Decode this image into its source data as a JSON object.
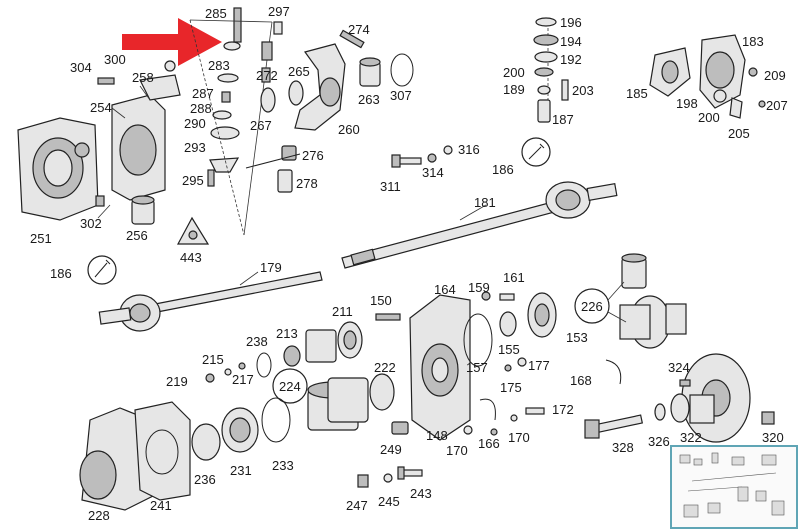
{
  "labels": [
    {
      "id": "285",
      "text": "285"
    },
    {
      "id": "297",
      "text": "297"
    },
    {
      "id": "274",
      "text": "274"
    },
    {
      "id": "196",
      "text": "196"
    },
    {
      "id": "194",
      "text": "194"
    },
    {
      "id": "192",
      "text": "192"
    },
    {
      "id": "200a",
      "text": "200"
    },
    {
      "id": "189",
      "text": "189"
    },
    {
      "id": "203",
      "text": "203"
    },
    {
      "id": "187",
      "text": "187"
    },
    {
      "id": "183",
      "text": "183"
    },
    {
      "id": "185",
      "text": "185"
    },
    {
      "id": "209",
      "text": "209"
    },
    {
      "id": "198",
      "text": "198"
    },
    {
      "id": "200b",
      "text": "200"
    },
    {
      "id": "207",
      "text": "207"
    },
    {
      "id": "205",
      "text": "205"
    },
    {
      "id": "304",
      "text": "304"
    },
    {
      "id": "300",
      "text": "300"
    },
    {
      "id": "258",
      "text": "258"
    },
    {
      "id": "254",
      "text": "254"
    },
    {
      "id": "283",
      "text": "283"
    },
    {
      "id": "272",
      "text": "272"
    },
    {
      "id": "265",
      "text": "265"
    },
    {
      "id": "263",
      "text": "263"
    },
    {
      "id": "307",
      "text": "307"
    },
    {
      "id": "287",
      "text": "287"
    },
    {
      "id": "288",
      "text": "288"
    },
    {
      "id": "290",
      "text": "290"
    },
    {
      "id": "267",
      "text": "267"
    },
    {
      "id": "260",
      "text": "260"
    },
    {
      "id": "293",
      "text": "293"
    },
    {
      "id": "276",
      "text": "276"
    },
    {
      "id": "295",
      "text": "295"
    },
    {
      "id": "278",
      "text": "278"
    },
    {
      "id": "316",
      "text": "316"
    },
    {
      "id": "311",
      "text": "311"
    },
    {
      "id": "314",
      "text": "314"
    },
    {
      "id": "186a",
      "text": "186"
    },
    {
      "id": "251",
      "text": "251"
    },
    {
      "id": "302",
      "text": "302"
    },
    {
      "id": "256",
      "text": "256"
    },
    {
      "id": "181",
      "text": "181"
    },
    {
      "id": "443",
      "text": "443"
    },
    {
      "id": "186b",
      "text": "186"
    },
    {
      "id": "179",
      "text": "179"
    },
    {
      "id": "164",
      "text": "164"
    },
    {
      "id": "159",
      "text": "159"
    },
    {
      "id": "161",
      "text": "161"
    },
    {
      "id": "226",
      "text": "226"
    },
    {
      "id": "150",
      "text": "150"
    },
    {
      "id": "211",
      "text": "211"
    },
    {
      "id": "153",
      "text": "153"
    },
    {
      "id": "238",
      "text": "238"
    },
    {
      "id": "213",
      "text": "213"
    },
    {
      "id": "155",
      "text": "155"
    },
    {
      "id": "215",
      "text": "215"
    },
    {
      "id": "157",
      "text": "157"
    },
    {
      "id": "177",
      "text": "177"
    },
    {
      "id": "324",
      "text": "324"
    },
    {
      "id": "219",
      "text": "219"
    },
    {
      "id": "217",
      "text": "217"
    },
    {
      "id": "224",
      "text": "224"
    },
    {
      "id": "222",
      "text": "222"
    },
    {
      "id": "175",
      "text": "175"
    },
    {
      "id": "168",
      "text": "168"
    },
    {
      "id": "172",
      "text": "172"
    },
    {
      "id": "148",
      "text": "148"
    },
    {
      "id": "170a",
      "text": "170"
    },
    {
      "id": "166",
      "text": "166"
    },
    {
      "id": "170b",
      "text": "170"
    },
    {
      "id": "328",
      "text": "328"
    },
    {
      "id": "326",
      "text": "326"
    },
    {
      "id": "322",
      "text": "322"
    },
    {
      "id": "320",
      "text": "320"
    },
    {
      "id": "236",
      "text": "236"
    },
    {
      "id": "231",
      "text": "231"
    },
    {
      "id": "233",
      "text": "233"
    },
    {
      "id": "249",
      "text": "249"
    },
    {
      "id": "228",
      "text": "228"
    },
    {
      "id": "241",
      "text": "241"
    },
    {
      "id": "247",
      "text": "247"
    },
    {
      "id": "245",
      "text": "245"
    },
    {
      "id": "243",
      "text": "243"
    }
  ],
  "arrow_color": "#e8262a",
  "thumbnail_border_color": "#5fa5b5"
}
